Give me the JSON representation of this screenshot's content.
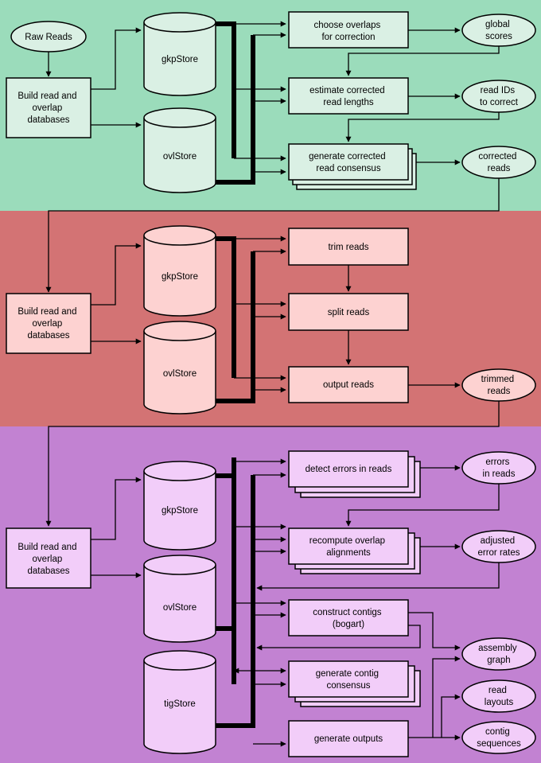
{
  "colors": {
    "band1": "#9bdcbb",
    "band2": "#d37374",
    "band3": "#c282d2",
    "fill1": "#daf0e4",
    "fill2": "#fdd2d1",
    "fill3": "#f2cdf9"
  },
  "raw_reads": "Raw Reads",
  "band1": {
    "build": [
      "Build read and",
      "overlap",
      "databases"
    ],
    "gkp": "gkpStore",
    "ovl": "ovlStore",
    "choose": [
      "choose overlaps",
      "for correction"
    ],
    "global": [
      "global",
      "scores"
    ],
    "estimate": [
      "estimate corrected",
      "read lengths"
    ],
    "readids": [
      "read IDs",
      "to correct"
    ],
    "generate": [
      "generate corrected",
      "read consensus"
    ],
    "corrected": [
      "corrected",
      "reads"
    ]
  },
  "band2": {
    "build": [
      "Build read and",
      "overlap",
      "databases"
    ],
    "gkp": "gkpStore",
    "ovl": "ovlStore",
    "trim": "trim reads",
    "split": "split reads",
    "output": "output reads",
    "trimmed": [
      "trimmed",
      "reads"
    ]
  },
  "band3": {
    "build": [
      "Build read and",
      "overlap",
      "databases"
    ],
    "gkp": "gkpStore",
    "ovl": "ovlStore",
    "tig": "tigStore",
    "detect": "detect errors in reads",
    "errors": [
      "errors",
      "in reads"
    ],
    "recompute": [
      "recompute overlap",
      "alignments"
    ],
    "adjusted": [
      "adjusted",
      "error rates"
    ],
    "construct": [
      "construct contigs",
      "(bogart)"
    ],
    "assembly": [
      "assembly",
      "graph"
    ],
    "contig": [
      "generate contig",
      "consensus"
    ],
    "layouts": [
      "read",
      "layouts"
    ],
    "outputs": "generate outputs",
    "sequences": [
      "contig",
      "sequences"
    ]
  }
}
